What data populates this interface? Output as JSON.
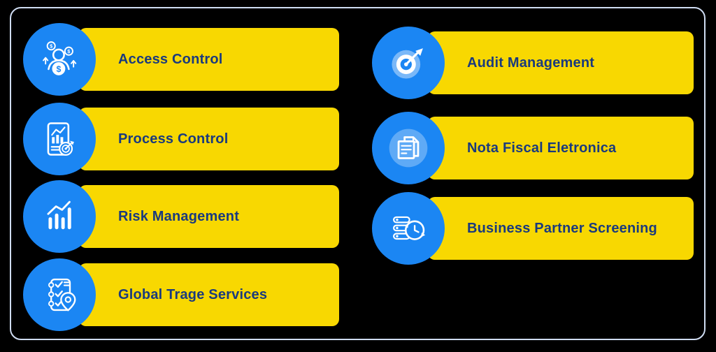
{
  "colors": {
    "pill_yellow": "#F8D801",
    "circle_blue": "#1B86F3",
    "label_navy": "#1A3A7E",
    "frame_border": "#CFDCF2",
    "background": "#000000"
  },
  "columns": {
    "left": [
      {
        "label": "Access Control",
        "icon": "users-money-icon"
      },
      {
        "label": "Process Control",
        "icon": "report-chart-target-icon"
      },
      {
        "label": "Risk Management",
        "icon": "bar-chart-trend-icon"
      },
      {
        "label": "Global Trage Services",
        "icon": "checklist-location-icon"
      }
    ],
    "right": [
      {
        "label": "Audit Management",
        "icon": "target-arrow-icon"
      },
      {
        "label": "Nota Fiscal Eletronica",
        "icon": "stacked-documents-icon"
      },
      {
        "label": "Business Partner Screening",
        "icon": "list-history-clock-icon"
      }
    ]
  }
}
